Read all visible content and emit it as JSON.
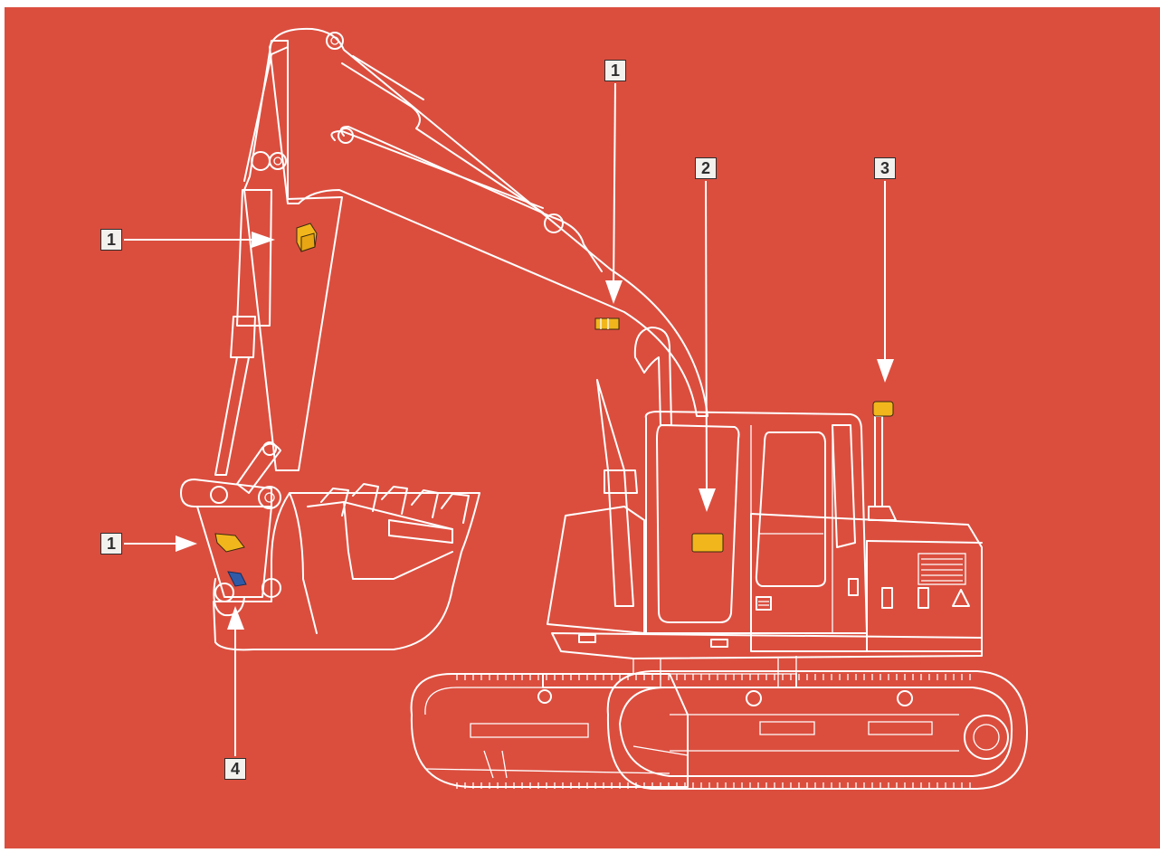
{
  "callouts": {
    "boom_top": "1",
    "cab": "2",
    "beacon": "3",
    "arm": "1",
    "coupler": "1",
    "coupler_bottom": "4"
  },
  "colors": {
    "background": "#db4e3e",
    "outline": "#ffffff",
    "marker_yellow": "#f2b61d",
    "marker_blue": "#2f5aa8"
  }
}
